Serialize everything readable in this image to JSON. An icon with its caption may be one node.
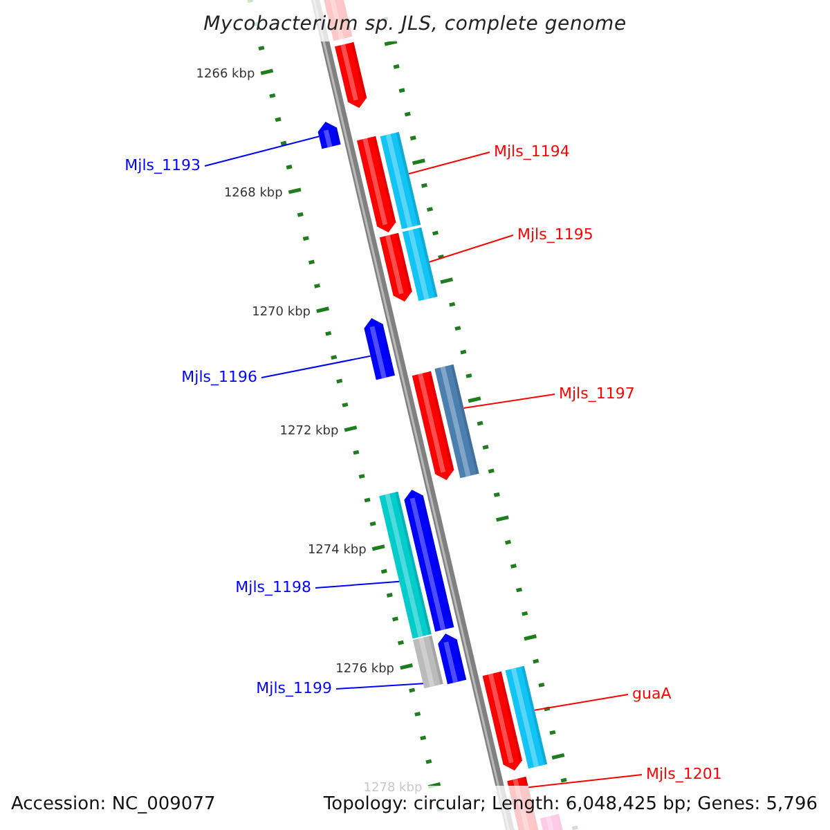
{
  "diagram": {
    "title": "Mycobacterium sp. JLS, complete genome",
    "nodes": [
      {
        "text": [
          "Mjls_1193"
        ]
      },
      {
        "text": [],
        "shape": "bar"
      },
      {
        "text": [
          "Mjls_1194"
        ]
      },
      {
        "text": [],
        "shape": "bar"
      },
      {
        "text": [
          "Mjls_1195"
        ]
      },
      {
        "text": [],
        "shape": "bar"
      },
      {
        "text": [
          "Mjls_1196"
        ]
      },
      {
        "text": [],
        "shape": "bar"
      },
      {
        "text": [
          "Mjls_1197"
        ]
      },
      {
        "text": [],
        "shape": "bar"
      },
      {
        "text": [
          "Mjls_1198"
        ]
      },
      {
        "text": [],
        "shape": "bar"
      },
      {
        "text": [
          "Mjls_1199"
        ]
      },
      {
        "text": [],
        "shape": "bar"
      },
      {
        "text": [
          "guaA"
        ]
      },
      {
        "text": [],
        "shape": "bar"
      },
      {
        "text": [
          "Mjls_1201"
        ]
      },
      {
        "text": [],
        "shape": "bar"
      }
    ],
    "edges": [
      {
        "from": 0,
        "to": 1,
        "arrow": "none",
        "color": "#0000ff"
      },
      {
        "from": 2,
        "to": 3,
        "arrow": "none"
      },
      {
        "from": 4,
        "to": 5,
        "arrow": "none"
      },
      {
        "from": 6,
        "to": 7,
        "arrow": "none",
        "color": "#0000ff"
      },
      {
        "from": 8,
        "to": 9,
        "arrow": "none"
      },
      {
        "from": 10,
        "to": 11,
        "arrow": "none",
        "color": "#0000ff"
      },
      {
        "from": 12,
        "to": 13,
        "arrow": "none",
        "color": "#0000ff"
      },
      {
        "from": 14,
        "to": 15,
        "arrow": "none"
      },
      {
        "from": 16,
        "to": 17,
        "arrow": "none"
      }
    ],
    "labels": [
      "1266 kbp",
      "1268 kbp",
      "1270 kbp",
      "1272 kbp",
      "1274 kbp",
      "1276 kbp",
      "1278 kbp",
      "Accession: NC_009077",
      "Topology: circular; Length: 6,048,425 bp; Genes: 5,796"
    ]
  }
}
